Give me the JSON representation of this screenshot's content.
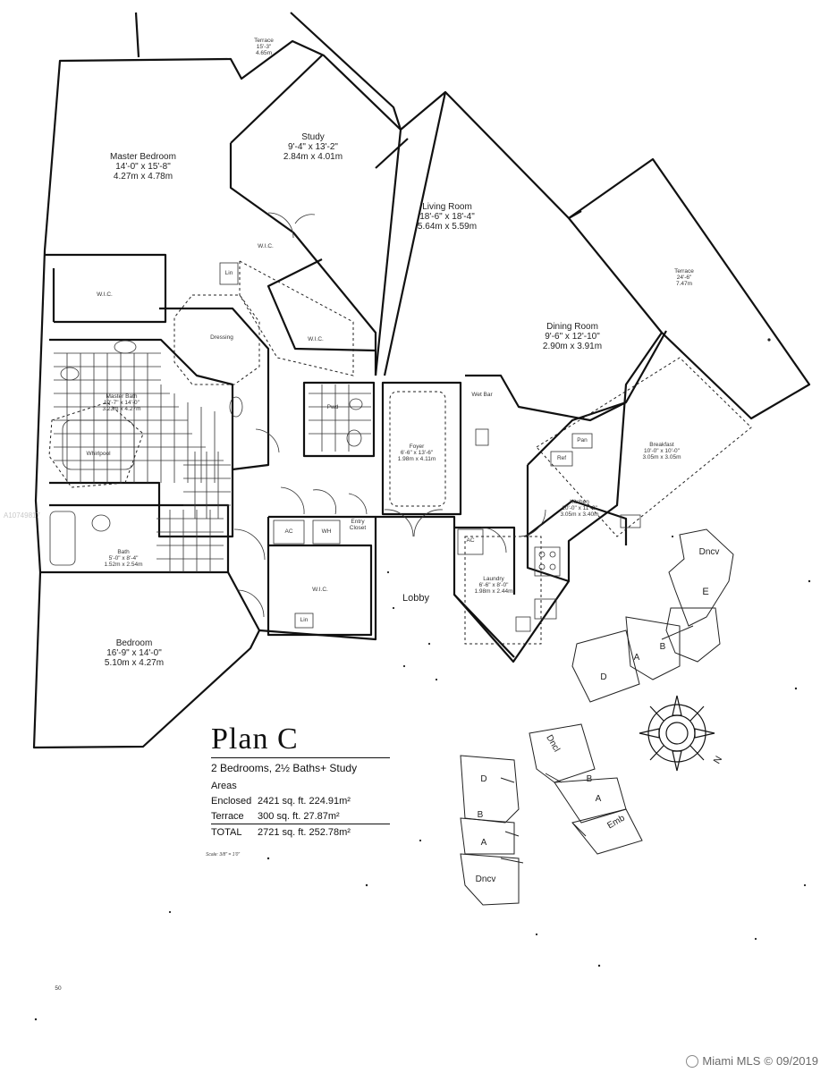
{
  "plan": {
    "title": "Plan C",
    "subtitle": "2 Bedrooms, 2½ Baths+ Study",
    "areas_label": "Areas",
    "areas": [
      {
        "name": "Enclosed",
        "value": "2421 sq. ft. 224.91m²"
      },
      {
        "name": "Terrace",
        "value": "300 sq. ft.  27.87m²"
      },
      {
        "name": "TOTAL",
        "value": "2721 sq. ft. 252.78m²"
      }
    ],
    "scale": "Scale: 3/8\" = 1'0\""
  },
  "rooms": {
    "terrace_top": {
      "name": "Terrace",
      "dims": "15'-3\"",
      "metric": "4.65m"
    },
    "study": {
      "name": "Study",
      "dims": "9'-4\" x 13'-2\"",
      "metric": "2.84m x 4.01m"
    },
    "master": {
      "name": "Master Bedroom",
      "dims": "14'-0\" x 15'-8\"",
      "metric": "4.27m x 4.78m"
    },
    "living": {
      "name": "Living Room",
      "dims": "18'-6\" x 18'-4\"",
      "metric": "5.64m x 5.59m"
    },
    "terrace_right": {
      "name": "Terrace",
      "dims": "24'-6\"",
      "metric": "7.47m"
    },
    "dining": {
      "name": "Dining Room",
      "dims": "9'-6\" x 12'-10\"",
      "metric": "2.90m x 3.91m"
    },
    "breakfast": {
      "name": "Breakfast",
      "dims": "10'-0\" x 10'-0\"",
      "metric": "3.05m x 3.05m"
    },
    "kitchen": {
      "name": "Kitchen",
      "dims": "10'-0\" x 11'-2\"",
      "metric": "3.05m x 3.40m"
    },
    "bedroom": {
      "name": "Bedroom",
      "dims": "16'-9\" x 14'-0\"",
      "metric": "5.10m x 4.27m"
    },
    "lobby": {
      "name": "Lobby"
    },
    "foyer": {
      "name": "Foyer",
      "dims": "6'-6\" x 13'-6\"",
      "metric": "1.98m x 4.11m"
    },
    "laundry": {
      "name": "Laundry",
      "dims": "6'-6\" x 8'-0\"",
      "metric": "1.98m x 2.44m"
    },
    "wic1": {
      "name": "W.I.C."
    },
    "wic2": {
      "name": "W.I.C."
    },
    "wic3": {
      "name": "W.I.C."
    },
    "wic4": {
      "name": "W.I.C."
    },
    "dressing": {
      "name": "Dressing"
    },
    "whirlpool": {
      "name": "Whirlpool"
    },
    "master_bath": {
      "name": "Master Bath",
      "dims": "10'-7\" x 14'-0\"",
      "metric": "3.23m x 4.27m"
    },
    "bath2": {
      "name": "Bath",
      "dims": "5'-0\" x 8'-4\"",
      "metric": "1.52m x 2.54m"
    },
    "powder": {
      "name": "Pwd"
    },
    "ac1": {
      "name": "AC"
    },
    "ac2": {
      "name": "AC"
    },
    "wh": {
      "name": "WH"
    },
    "entry_closet": {
      "name": "Entry Closet"
    },
    "lin1": {
      "name": "Lin"
    },
    "lin2": {
      "name": "Lin"
    },
    "pantry": {
      "name": "Pan"
    },
    "ref": {
      "name": "Ref"
    },
    "bar": {
      "name": "Wet Bar"
    }
  },
  "keyplan": {
    "units_upper": [
      "Dncv",
      "E",
      "D",
      "A",
      "B"
    ],
    "units_lower_left": [
      "D",
      "B",
      "A",
      "Dncv"
    ],
    "units_lower_mid": [
      "Dncl",
      "B",
      "A",
      "Emb"
    ],
    "compass": "N"
  },
  "watermark": "A10749817",
  "footer": {
    "brand": "Miami MLS",
    "date": "09/2019"
  },
  "margin_mark": "50"
}
